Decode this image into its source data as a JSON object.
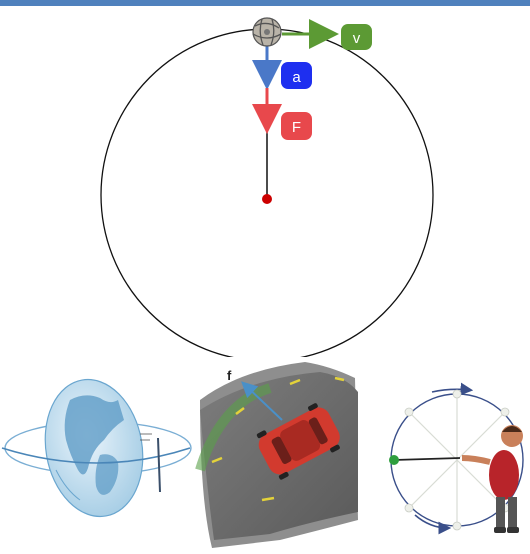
{
  "labels": {
    "velocity": "v",
    "acceleration": "a",
    "force": "F",
    "friction": "f"
  },
  "colors": {
    "top_bar": "#4f81bd",
    "velocity": "#5c9a34",
    "acceleration": "#1e2ff0",
    "force": "#e8484c",
    "center_dot": "#cc0000"
  },
  "icons": [
    "satellite-icon",
    "globe-icon",
    "car-icon",
    "person-swinging-ball-icon"
  ]
}
